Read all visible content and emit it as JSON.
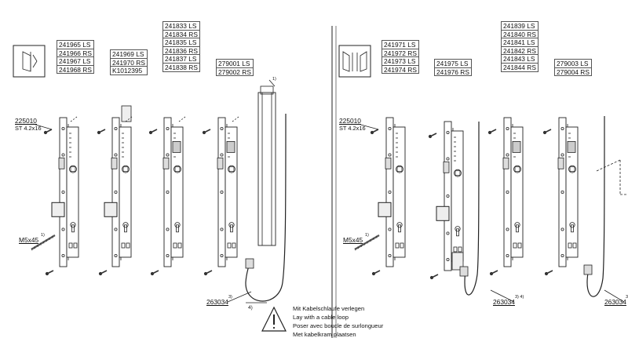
{
  "left_group": {
    "tables": [
      {
        "codes": [
          "241965 LS",
          "241966 RS",
          "241967 LS",
          "241968 RS"
        ]
      },
      {
        "codes": [
          "241969 LS",
          "241970 RS",
          "K1012395"
        ]
      },
      {
        "codes": [
          "241833 LS",
          "241834 RS",
          "241835 LS",
          "241836 RS",
          "241837 LS",
          "241838 RS"
        ]
      },
      {
        "codes": [
          "279001 LS",
          "279002 RS"
        ]
      }
    ],
    "screw_code": "225010",
    "screw_size": "ST 4.2x16",
    "bolt_label": "M5x45",
    "bolt_note": "1)",
    "top_note": "1)",
    "cable_code": "263034",
    "cable_note": "3)"
  },
  "right_group": {
    "tables": [
      {
        "codes": [
          "241971 LS",
          "241972 RS",
          "241973 LS",
          "241974 RS"
        ]
      },
      {
        "codes": [
          "241975 LS",
          "241976 RS"
        ]
      },
      {
        "codes": [
          "241839 LS",
          "241840 RS",
          "241841 LS",
          "241842 RS",
          "241843 LS",
          "241844 RS"
        ]
      },
      {
        "codes": [
          "279003 LS",
          "279004 RS"
        ]
      }
    ],
    "screw_code": "225010",
    "screw_size": "ST 4.2x16",
    "bolt_label": "M5x45",
    "bolt_note": "1)",
    "cable_code": "263034",
    "cable_note": "3) 4)",
    "cable_code_2": "263034",
    "cable_note_2": "3"
  },
  "notes": {
    "marker": "4)",
    "lines": [
      "Mit Kabelschlaufe verlegen",
      "Lay with a cable loop",
      "Poser avec boucle de surlongueur",
      "Met kabelkram plaatsen"
    ]
  }
}
